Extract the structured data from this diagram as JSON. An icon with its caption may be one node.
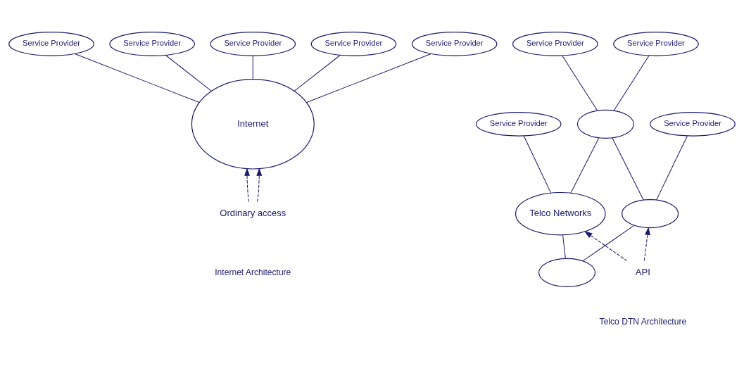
{
  "diagram": {
    "nodes": [
      {
        "text": [
          "Internet"
        ]
      },
      {
        "text": [
          "Service Provider"
        ]
      },
      {
        "text": [
          "Service Provider"
        ]
      },
      {
        "text": [
          "Service Provider"
        ]
      },
      {
        "text": [
          "Service Provider"
        ]
      },
      {
        "text": [
          "Service Provider"
        ]
      },
      {
        "text": [
          "Ordinary access"
        ]
      },
      {
        "text": [],
        "shape": "ellipse"
      },
      {
        "text": [
          "Telco Networks"
        ]
      },
      {
        "text": [],
        "shape": "ellipse"
      },
      {
        "text": [],
        "shape": "ellipse"
      },
      {
        "text": [
          "Service Provider"
        ]
      },
      {
        "text": [
          "Service Provider"
        ]
      },
      {
        "text": [
          "Service Provider"
        ]
      },
      {
        "text": [
          "Service Provider"
        ]
      },
      {
        "text": [
          "API"
        ]
      }
    ],
    "edges": [
      {
        "from": 1,
        "to": 0,
        "arrow": "none"
      },
      {
        "from": 2,
        "to": 0,
        "arrow": "none"
      },
      {
        "from": 3,
        "to": 0,
        "arrow": "none"
      },
      {
        "from": 4,
        "to": 0,
        "arrow": "none"
      },
      {
        "from": 5,
        "to": 0,
        "arrow": "none"
      },
      {
        "from": 6,
        "to": 0,
        "arrow": "to",
        "style": "dashed"
      },
      {
        "from": 6,
        "to": 0,
        "arrow": "to",
        "style": "dashed"
      },
      {
        "from": 11,
        "to": 7,
        "arrow": "none"
      },
      {
        "from": 12,
        "to": 7,
        "arrow": "none"
      },
      {
        "from": 7,
        "to": 8,
        "arrow": "none"
      },
      {
        "from": 7,
        "to": 9,
        "arrow": "none"
      },
      {
        "from": 8,
        "to": 10,
        "arrow": "none"
      },
      {
        "from": 9,
        "to": 10,
        "arrow": "none"
      },
      {
        "from": 13,
        "to": 8,
        "arrow": "none"
      },
      {
        "from": 14,
        "to": 9,
        "arrow": "none"
      },
      {
        "from": 15,
        "to": 8,
        "arrow": "to",
        "style": "dashed"
      },
      {
        "from": 15,
        "to": 9,
        "arrow": "to",
        "style": "dashed"
      }
    ],
    "labels": [
      "Internet Architecture",
      "Telco DTN Architecture"
    ]
  }
}
